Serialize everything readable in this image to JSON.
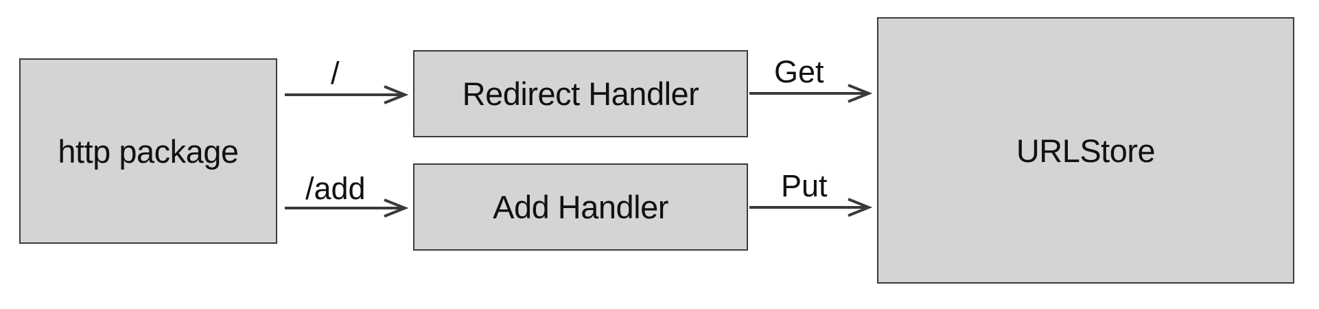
{
  "nodes": {
    "http_package": "http package",
    "redirect_handler": "Redirect Handler",
    "add_handler": "Add Handler",
    "url_store": "URLStore"
  },
  "edges": {
    "root_route": "/",
    "add_route": "/add",
    "get": "Get",
    "put": "Put"
  },
  "colors": {
    "box_fill": "#d4d4d4",
    "box_border": "#3a3a3a",
    "arrow": "#3a3a3a",
    "text": "#111111"
  }
}
